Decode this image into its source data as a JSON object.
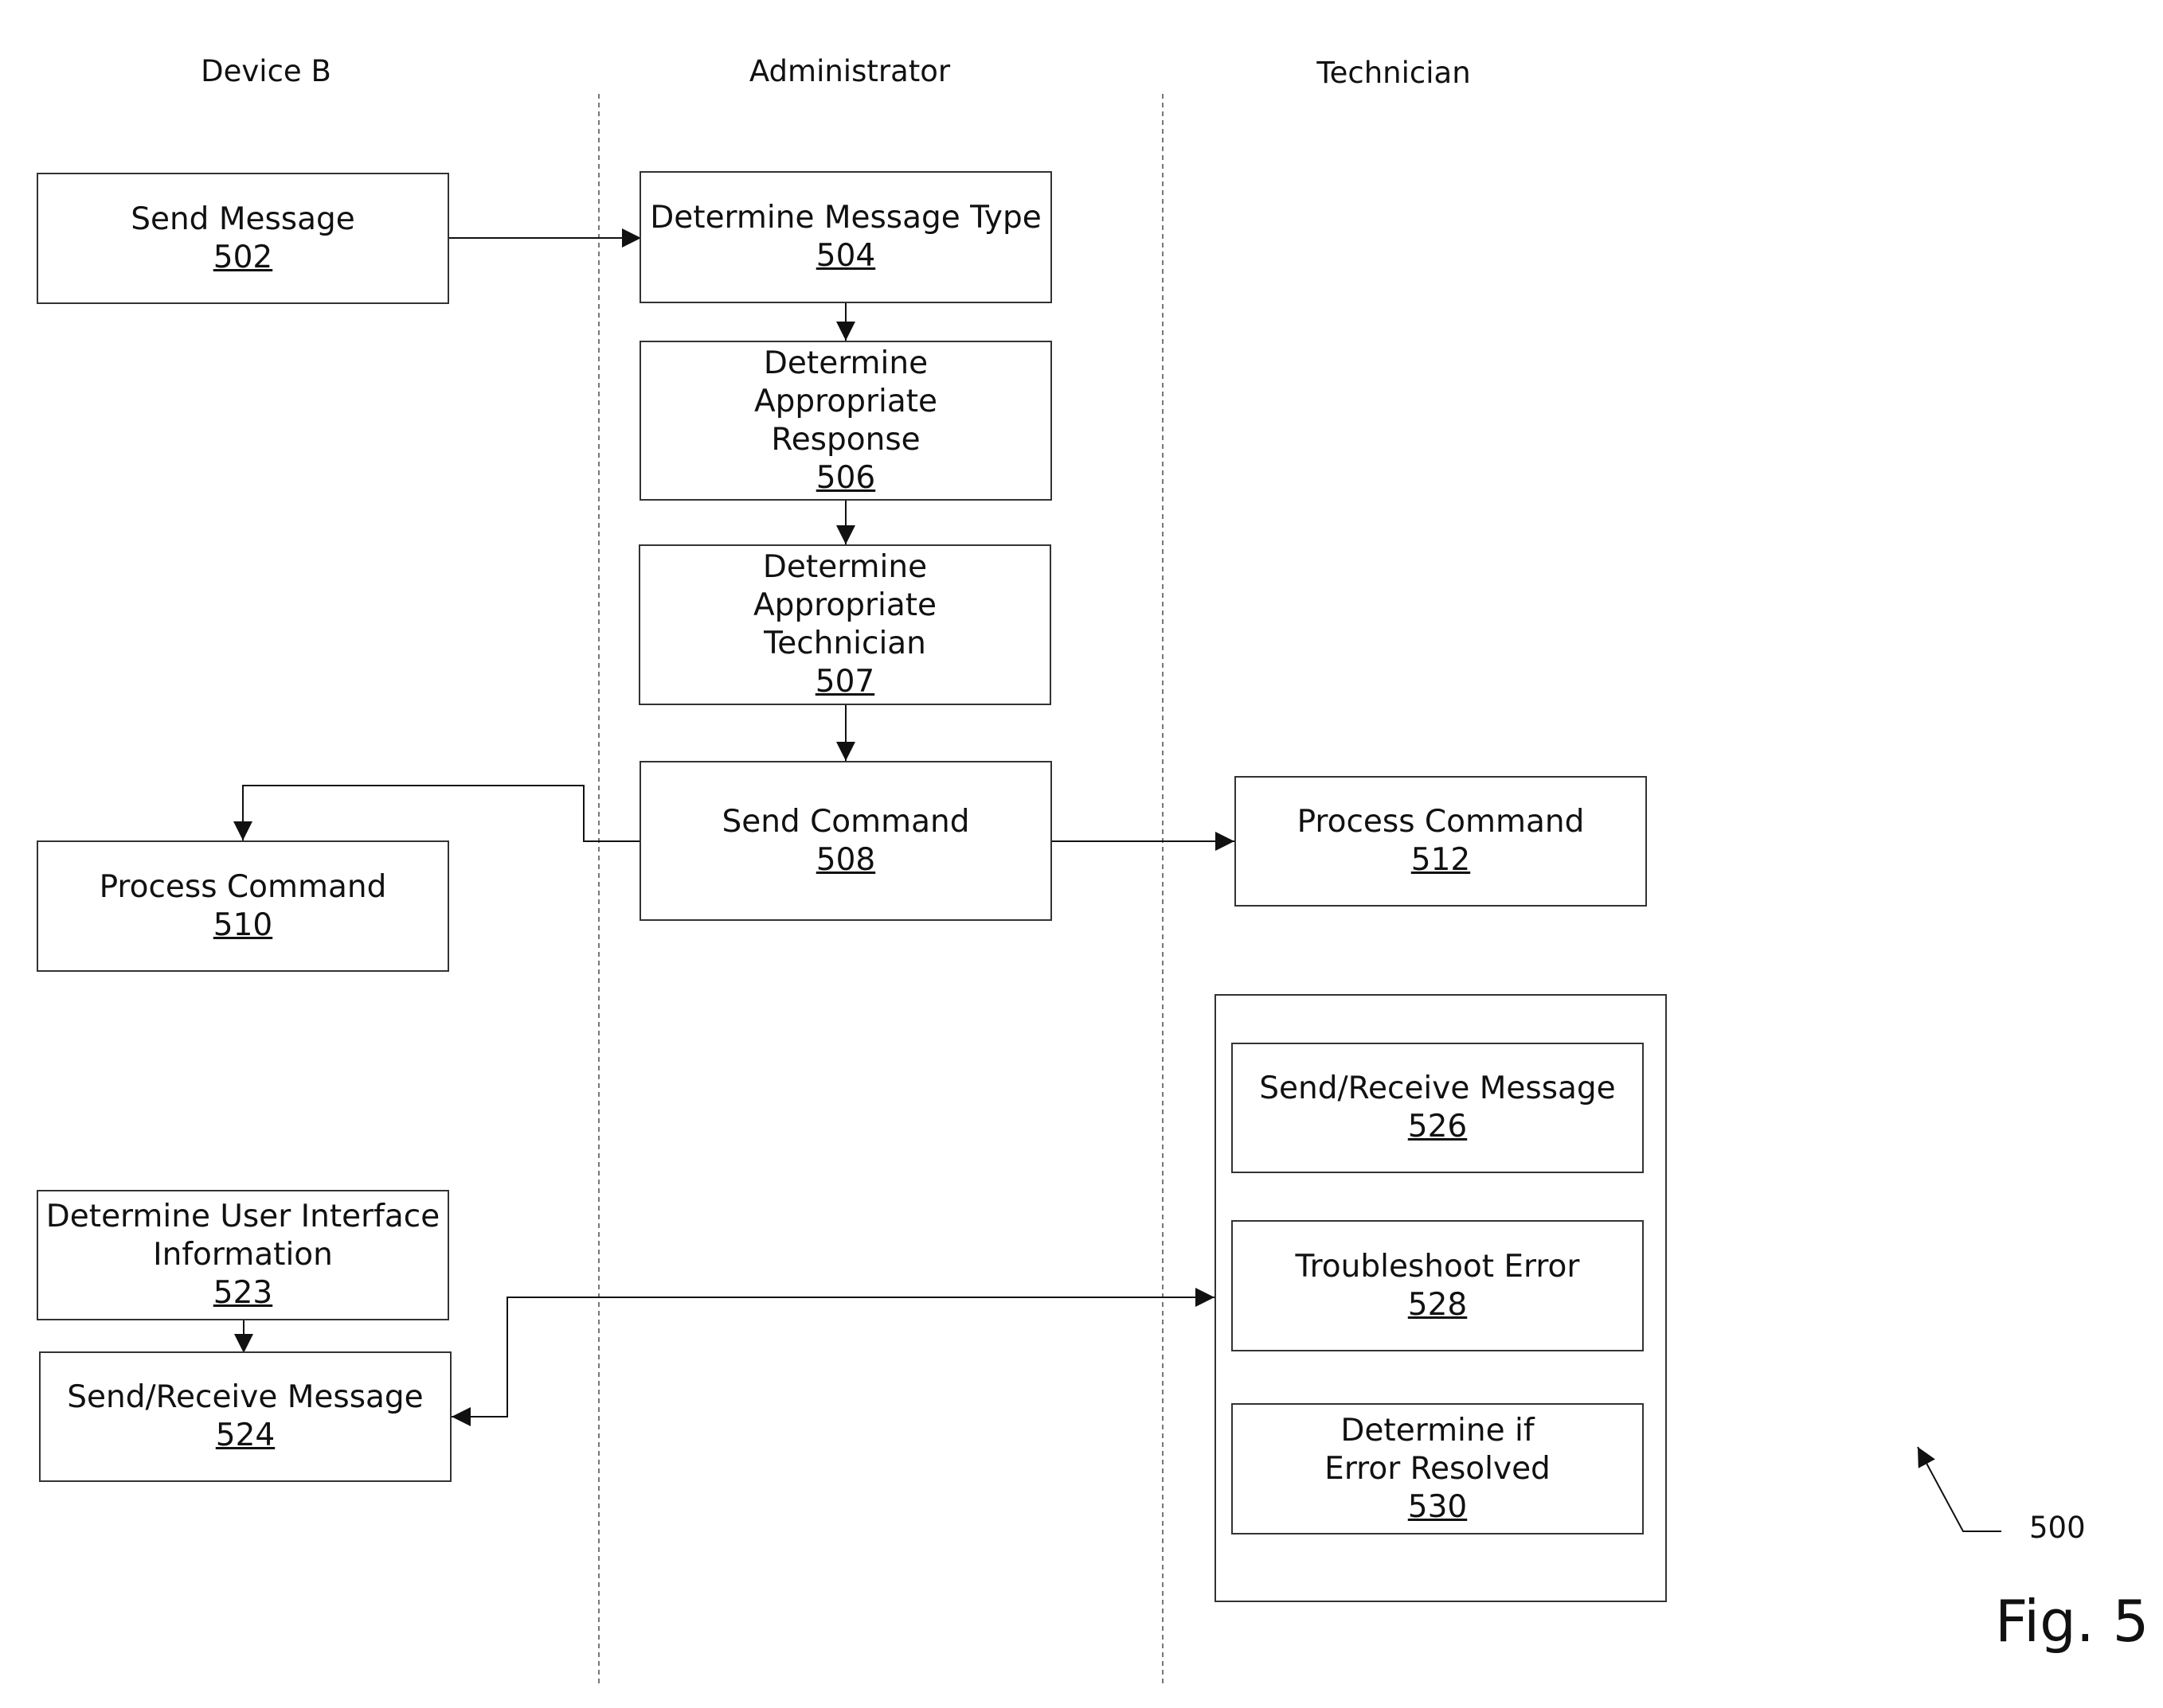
{
  "lanes": {
    "device_b": "Device B",
    "administrator": "Administrator",
    "technician": "Technician"
  },
  "nodes": {
    "n502": {
      "label": "Send Message",
      "num": "502"
    },
    "n504": {
      "label": "Determine Message Type",
      "num": "504"
    },
    "n506": {
      "label": "Determine Appropriate Response",
      "num": "506"
    },
    "n507": {
      "label": "Determine Appropriate Technician",
      "num": "507"
    },
    "n508": {
      "label": "Send Command",
      "num": "508"
    },
    "n510": {
      "label": "Process Command",
      "num": "510"
    },
    "n512": {
      "label": "Process Command",
      "num": "512"
    },
    "n523": {
      "label": "Determine User Interface Information",
      "num": "523"
    },
    "n524": {
      "label": "Send/Receive Message",
      "num": "524"
    },
    "n526": {
      "label": "Send/Receive Message",
      "num": "526"
    },
    "n528": {
      "label": "Troubleshoot Error",
      "num": "528"
    },
    "n530": {
      "label": "Determine if Error Resolved",
      "num": "530"
    }
  },
  "edges": [
    {
      "from": "n502",
      "to": "n504"
    },
    {
      "from": "n504",
      "to": "n506"
    },
    {
      "from": "n506",
      "to": "n507"
    },
    {
      "from": "n507",
      "to": "n508"
    },
    {
      "from": "n508",
      "to": "n510"
    },
    {
      "from": "n508",
      "to": "n512"
    },
    {
      "from": "n523",
      "to": "n524"
    },
    {
      "from": "n524",
      "to": "group-526-530",
      "bidirectional": true
    }
  ],
  "reference_numeral": "500",
  "figure_label": "Fig. 5"
}
